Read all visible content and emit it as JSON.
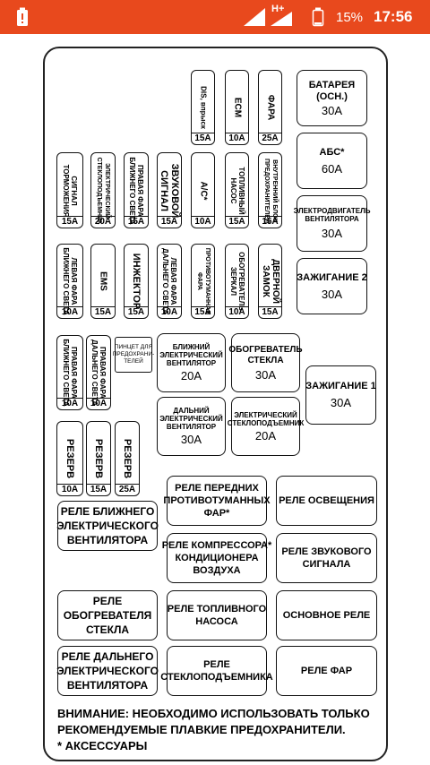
{
  "status_bar": {
    "h_plus": "H+",
    "battery_percent": "15%",
    "time": "17:56",
    "accent_color": "#e8491d"
  },
  "fuses": {
    "dis_injection": {
      "label": "DIS, впрыск",
      "amp": "15A"
    },
    "ecm": {
      "label": "ECM",
      "amp": "10A"
    },
    "headlights": {
      "label": "ФАРА",
      "amp": "25A"
    },
    "brake_signal": {
      "label": "СИГНАЛ\nТОРМОЖЕНИЯ",
      "amp": "15A"
    },
    "electric_window_lift": {
      "label": "ЭЛЕКТРИЧЕСКИЙ\nСТЕКЛОПОДЪЕМНИК",
      "amp": "20A"
    },
    "right_high_beam_1": {
      "label": "ПРАВАЯ ФАРА\nБЛИЖНЕГО СВЕТА",
      "amp": "15A"
    },
    "horn": {
      "label": "ЗВУКОВОЙ\nСИГНАЛ",
      "amp": "15A"
    },
    "ac": {
      "label": "А/С*",
      "amp": "10A"
    },
    "fuel_pump": {
      "label": "ТОПЛИВНЫЙ\nНАСОС",
      "amp": "15A"
    },
    "internal_fuse_block": {
      "label": "ВНУТРЕННИЙ БЛОК\nПРЕДОХРАНИТЕЛЕЙ",
      "amp": "15A"
    },
    "left_low_beam": {
      "label": "ЛЕВАЯ ФАРА\nБЛИЖНЕГО СВЕТА",
      "amp": "10A"
    },
    "ems": {
      "label": "EMS",
      "amp": "15A"
    },
    "injector": {
      "label": "ИНЖЕКТОР",
      "amp": "15A"
    },
    "left_high_beam": {
      "label": "ЛЕВАЯ ФАРА\nДАЛЬНЕГО СВЕТА",
      "amp": "10A"
    },
    "fog_light": {
      "label": "ПРОТИВОТУМАННАЯ\nФАРА",
      "amp": "15A"
    },
    "heated_mirror": {
      "label": "ОБОГРЕВАТЕЛЬ\nЗЕРКАЛ",
      "amp": "10A"
    },
    "door_lock": {
      "label": "ДВЕРНОЙ\nЗАМОК",
      "amp": "15A"
    },
    "right_low_beam": {
      "label": "ПРАВАЯ ФАРА\nБЛИЖНЕГО СВЕТА",
      "amp": "10A"
    },
    "right_high_beam_2": {
      "label": "ПРАВАЯ ФАРА\nДАЛЬНЕГО СВЕТА",
      "amp": "10A"
    },
    "reserve_1": {
      "label": "РЕЗЕРВ",
      "amp": "10A"
    },
    "reserve_2": {
      "label": "РЕЗЕРВ",
      "amp": "15A"
    },
    "reserve_3": {
      "label": "РЕЗЕРВ",
      "amp": "25A"
    }
  },
  "maxi_fuses": {
    "battery_main": {
      "label": "БАТАРЕЯ\n(ОСН.)",
      "amp": "30A"
    },
    "abs": {
      "label": "АБС*",
      "amp": "60A"
    },
    "fan_motor": {
      "label": "ЭЛЕКТРОДВИГАТЕЛЬ\nВЕНТИЛЯТОРА",
      "amp": "30A"
    },
    "ignition_2": {
      "label": "ЗАЖИГАНИЕ 2",
      "amp": "30A"
    },
    "puller": {
      "label": "ПИНЦЕТ ДЛЯ\nПРЕДОХРАНИ-\nТЕЛЕЙ",
      "amp": ""
    },
    "near_fan": {
      "label": "БЛИЖНИЙ\nЭЛЕКТРИЧЕСКИЙ\nВЕНТИЛЯТОР",
      "amp": "20A"
    },
    "glass_heater": {
      "label": "ОБОГРЕВАТЕЛЬ\nСТЕКЛА",
      "amp": "30A"
    },
    "ignition_1": {
      "label": "ЗАЖИГАНИЕ 1",
      "amp": "30A"
    },
    "far_fan": {
      "label": "ДАЛЬНИЙ\nЭЛЕКТРИЧЕСКИЙ\nВЕНТИЛЯТОР",
      "amp": "30A"
    },
    "window_lift": {
      "label": "ЭЛЕКТРИЧЕСКИЙ\nСТЕКЛОПОДЪЕМНИК",
      "amp": "20A"
    }
  },
  "relays": {
    "front_fog": "РЕЛЕ ПЕРЕДНИХ\nПРОТИВОТУМАННЫХ\nФАР*",
    "lighting": "РЕЛЕ ОСВЕЩЕНИЯ",
    "near_fan": "РЕЛЕ БЛИЖНЕГО\nЭЛЕКТРИЧЕСКОГО\nВЕНТИЛЯТОРА",
    "compressor": "РЕЛЕ КОМПРЕССОРА*\nКОНДИЦИОНЕРА\nВОЗДУХА",
    "horn": "РЕЛЕ ЗВУКОВОГО\nСИГНАЛА",
    "heater": "РЕЛЕ\nОБОГРЕВАТЕЛЯ\nСТЕКЛА",
    "fuel_pump": "РЕЛЕ ТОПЛИВНОГО\nНАСОСА",
    "main": "ОСНОВНОЕ РЕЛЕ",
    "far_fan": "РЕЛЕ ДАЛЬНЕГО\nЭЛЕКТРИЧЕСКОГО\nВЕНТИЛЯТОРА",
    "window_lift": "РЕЛЕ\nСТЕКЛОПОДЪЕМНИКА",
    "headlight": "РЕЛЕ ФАР"
  },
  "note": "ВНИМАНИЕ: НЕОБХОДИМО ИСПОЛЬЗОВАТЬ ТОЛЬКО\nРЕКОМЕНДУЕМЫЕ ПЛАВКИЕ ПРЕДОХРАНИТЕЛИ.\n* АКСЕССУАРЫ"
}
